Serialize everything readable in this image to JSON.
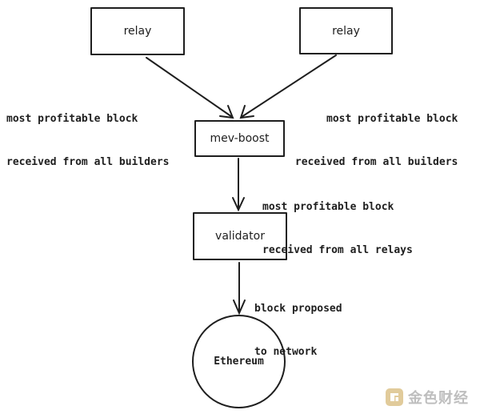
{
  "nodes": {
    "relay_left": "relay",
    "relay_right": "relay",
    "mev_boost": "mev-boost",
    "validator": "validator",
    "ethereum": "Ethereum"
  },
  "edge_labels": {
    "left_to_mev": [
      "most profitable block",
      "received from all builders"
    ],
    "right_to_mev": [
      "most profitable block",
      "received from all builders"
    ],
    "mev_to_validator": [
      "most profitable block",
      "received from all relays"
    ],
    "validator_to_ethereum": [
      "block proposed",
      "to network"
    ]
  },
  "watermark": {
    "text": "金色财经",
    "icon": "gold-logo-icon"
  }
}
